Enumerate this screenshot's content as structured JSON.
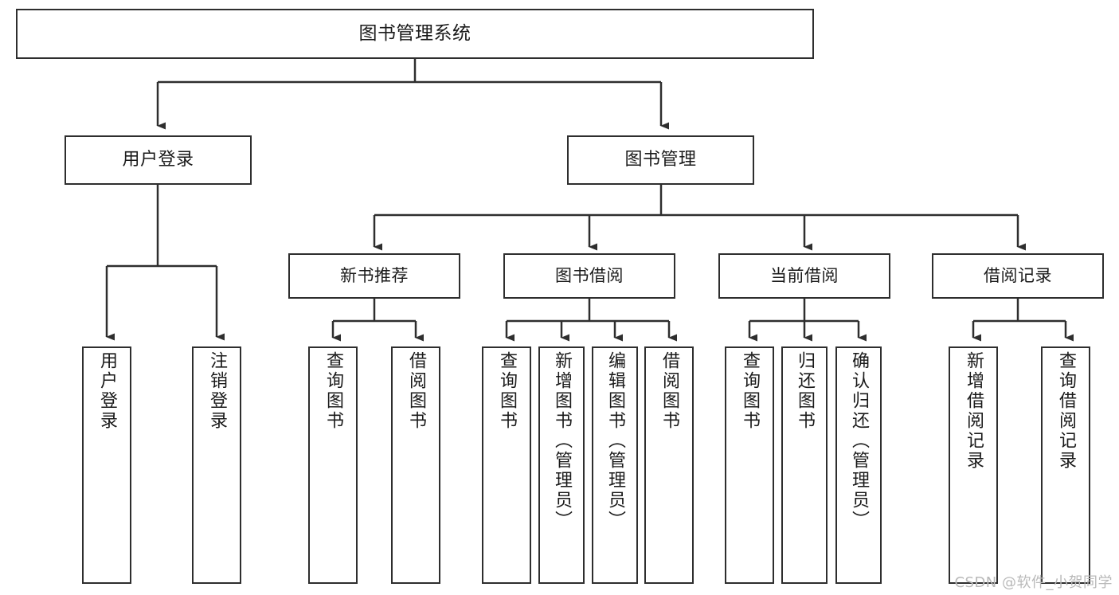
{
  "diagram": {
    "title": "图书管理系统",
    "type": "tree-hierarchy-diagram",
    "colors": {
      "box_border": "#2e2e2e",
      "box_fill": "#ffffff",
      "connector": "#2e2e2e",
      "text": "#1a1a1a",
      "watermark": "#b9b9b9",
      "background": "#ffffff"
    },
    "watermark": "CSDN @软件_小贺同学",
    "nodes": {
      "root": {
        "label": "图书管理系统"
      },
      "level2": [
        {
          "id": "user-login",
          "label": "用户登录"
        },
        {
          "id": "book-management",
          "label": "图书管理"
        }
      ],
      "level3": [
        {
          "id": "new-book-recommend",
          "label": "新书推荐"
        },
        {
          "id": "book-borrow",
          "label": "图书借阅"
        },
        {
          "id": "current-borrow",
          "label": "当前借阅"
        },
        {
          "id": "borrow-record",
          "label": "借阅记录"
        }
      ],
      "leaves": {
        "user_login": [
          {
            "id": "leaf-user-login",
            "label": "用户登录"
          },
          {
            "id": "leaf-user-logout",
            "label": "注销登录"
          }
        ],
        "new_book_recommend": [
          {
            "id": "leaf-query-book-1",
            "label": "查询图书"
          },
          {
            "id": "leaf-borrow-book-1",
            "label": "借阅图书"
          }
        ],
        "book_borrow": [
          {
            "id": "leaf-query-book-2",
            "label": "查询图书"
          },
          {
            "id": "leaf-add-book",
            "label": "新增图书（管理员）"
          },
          {
            "id": "leaf-edit-book",
            "label": "编辑图书（管理员）"
          },
          {
            "id": "leaf-borrow-book-2",
            "label": "借阅图书"
          }
        ],
        "current_borrow": [
          {
            "id": "leaf-query-book-3",
            "label": "查询图书"
          },
          {
            "id": "leaf-return-book",
            "label": "归还图书"
          },
          {
            "id": "leaf-confirm-return",
            "label": "确认归还（管理员）"
          }
        ],
        "borrow_record": [
          {
            "id": "leaf-add-record",
            "label": "新增借阅记录"
          },
          {
            "id": "leaf-query-record",
            "label": "查询借阅记录"
          }
        ]
      }
    },
    "edges": [
      {
        "from": "图书管理系统",
        "to": "用户登录"
      },
      {
        "from": "图书管理系统",
        "to": "图书管理"
      },
      {
        "from": "用户登录",
        "to": "用户登录"
      },
      {
        "from": "用户登录",
        "to": "注销登录"
      },
      {
        "from": "图书管理",
        "to": "新书推荐"
      },
      {
        "from": "图书管理",
        "to": "图书借阅"
      },
      {
        "from": "图书管理",
        "to": "当前借阅"
      },
      {
        "from": "图书管理",
        "to": "借阅记录"
      },
      {
        "from": "新书推荐",
        "to": "查询图书"
      },
      {
        "from": "新书推荐",
        "to": "借阅图书"
      },
      {
        "from": "图书借阅",
        "to": "查询图书"
      },
      {
        "from": "图书借阅",
        "to": "新增图书（管理员）"
      },
      {
        "from": "图书借阅",
        "to": "编辑图书（管理员）"
      },
      {
        "from": "图书借阅",
        "to": "借阅图书"
      },
      {
        "from": "当前借阅",
        "to": "查询图书"
      },
      {
        "from": "当前借阅",
        "to": "归还图书"
      },
      {
        "from": "当前借阅",
        "to": "确认归还（管理员）"
      },
      {
        "from": "借阅记录",
        "to": "新增借阅记录"
      },
      {
        "from": "借阅记录",
        "to": "查询借阅记录"
      }
    ]
  }
}
